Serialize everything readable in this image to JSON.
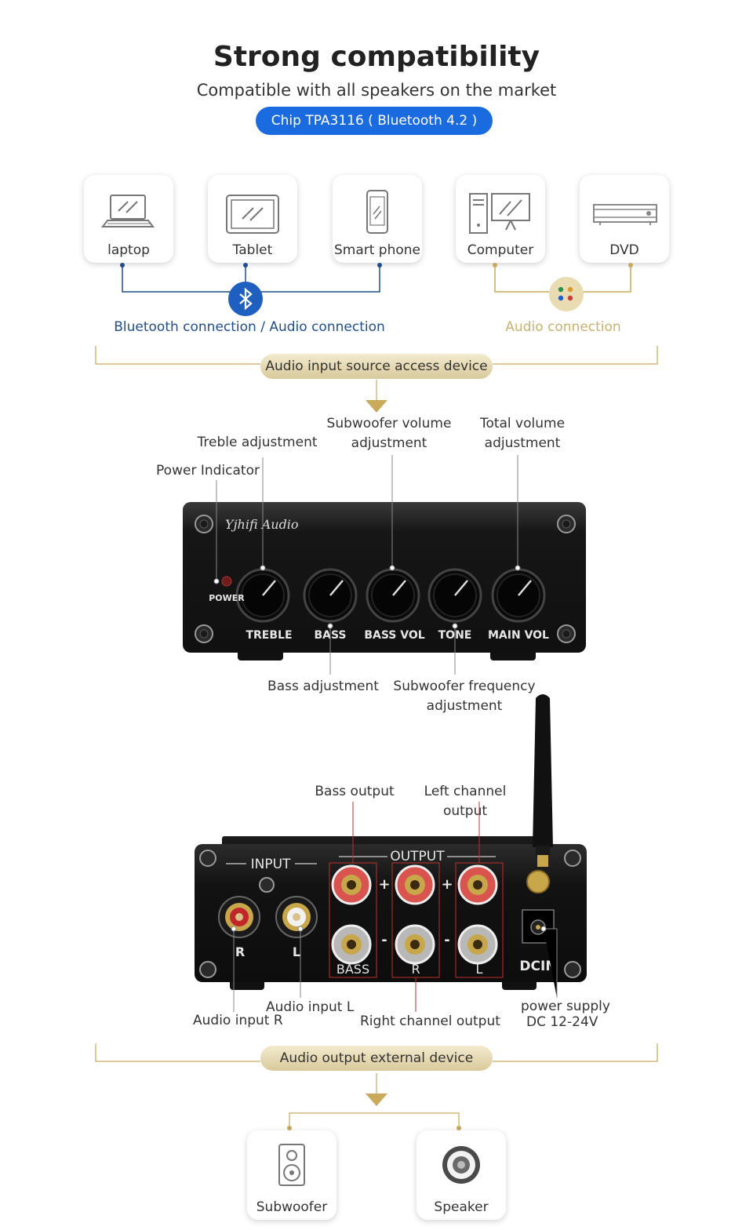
{
  "header": {
    "title": "Strong compatibility",
    "subtitle": "Compatible with all speakers on the market",
    "chip_label": "Chip TPA3116 ( Bluetooth 4.2 )"
  },
  "sources": [
    {
      "label": "laptop",
      "icon": "laptop-icon"
    },
    {
      "label": "Tablet",
      "icon": "tablet-icon"
    },
    {
      "label": "Smart phone",
      "icon": "phone-icon"
    },
    {
      "label": "Computer",
      "icon": "computer-icon"
    },
    {
      "label": "DVD",
      "icon": "dvd-icon"
    }
  ],
  "connections": {
    "bluetooth": "Bluetooth connection / Audio connection",
    "audio": "Audio connection"
  },
  "input_pill": "Audio input source access device",
  "front_panel": {
    "brand": "Yjhifi Audio",
    "power_label": "POWER",
    "knobs": [
      "TREBLE",
      "BASS",
      "BASS VOL",
      "TONE",
      "MAIN VOL"
    ],
    "annotations": {
      "treble": "Treble adjustment",
      "power": "Power Indicator",
      "sub_volume": "Subwoofer volume adjustment",
      "total_volume": "Total volume adjustment",
      "bass": "Bass adjustment",
      "sub_frequency": "Subwoofer frequency adjustment"
    }
  },
  "rear_panel": {
    "input_label": "INPUT",
    "output_label": "OUTPUT",
    "input_r": "R",
    "input_l": "L",
    "out_bass": "BASS",
    "out_r": "R",
    "out_l": "L",
    "dcin": "DCIN",
    "plus": "+",
    "minus": "-",
    "annotations": {
      "bass_output": "Bass output",
      "left_output": "Left channel output",
      "audio_input_l": "Audio input L",
      "audio_input_r": "Audio input R",
      "right_output": "Right channel output",
      "power_supply_1": "power supply",
      "power_supply_2": "DC 12-24V"
    }
  },
  "output_pill": "Audio output external device",
  "outputs": [
    {
      "label": "Subwoofer",
      "icon": "subwoofer-icon"
    },
    {
      "label": "Speaker",
      "icon": "speaker-icon"
    }
  ],
  "colors": {
    "blue": "#1a6be0",
    "navy": "#1f4e8a",
    "gold": "#c9a95a",
    "red_line": "#c0302a"
  }
}
